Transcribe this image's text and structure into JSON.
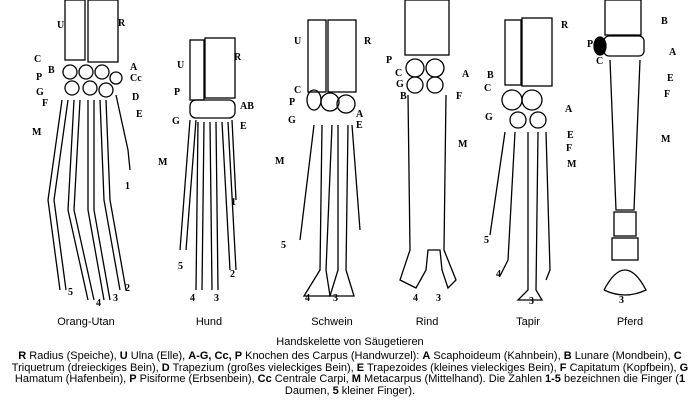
{
  "animals": [
    {
      "name": "Orang-Utan",
      "labels": [
        "U",
        "R",
        "C",
        "B",
        "P",
        "G",
        "F",
        "A",
        "Cc",
        "D",
        "E",
        "M",
        "1",
        "5",
        "4",
        "3",
        "2"
      ]
    },
    {
      "name": "Hund",
      "labels": [
        "U",
        "R",
        "P",
        "G",
        "AB",
        "E",
        "M",
        "1",
        "5",
        "4",
        "3",
        "2"
      ]
    },
    {
      "name": "Schwein",
      "labels": [
        "U",
        "R",
        "C",
        "P",
        "G",
        "A",
        "E",
        "M",
        "5",
        "4",
        "3"
      ]
    },
    {
      "name": "Rind",
      "labels": [
        "P",
        "C",
        "G",
        "B",
        "A",
        "F",
        "M",
        "4",
        "3"
      ]
    },
    {
      "name": "Tapir",
      "labels": [
        "R",
        "B",
        "C",
        "G",
        "A",
        "E",
        "F",
        "M",
        "5",
        "4",
        "3"
      ]
    },
    {
      "name": "Pferd",
      "labels": [
        "B",
        "P",
        "C",
        "A",
        "E",
        "F",
        "M",
        "3"
      ]
    }
  ],
  "title": "Handskelette von Säugetieren",
  "caption": [
    {
      "b": "R",
      "t": " Radius (Speiche), "
    },
    {
      "b": "U",
      "t": " Ulna (Elle), "
    },
    {
      "b": "A-G, Cc, P",
      "t": " Knochen des Carpus (Handwurzel): "
    },
    {
      "b": "A",
      "t": " Scaphoideum (Kahnbein), "
    },
    {
      "b": "B",
      "t": " Lunare (Mondbein), "
    },
    {
      "b": "C",
      "t": " Triquetrum (dreieckiges Bein), "
    },
    {
      "b": "D",
      "t": " Trapezium (großes vieleckiges Bein), "
    },
    {
      "b": "E",
      "t": " Trapezoides (kleines vieleckiges Bein), "
    },
    {
      "b": "F",
      "t": " Capitatum (Kopfbein), "
    },
    {
      "b": "G",
      "t": " Hamatum (Hafenbein), "
    },
    {
      "b": "P",
      "t": " Pisiforme (Erbsenbein), "
    },
    {
      "b": "Cc",
      "t": " Centrale Carpi, "
    },
    {
      "b": "M",
      "t": " Metacarpus (Mittelhand). "
    },
    {
      "b": "",
      "t": "Die Zahlen "
    },
    {
      "b": "1-5",
      "t": " bezeichnen die Finger ("
    },
    {
      "b": "1",
      "t": " Daumen, "
    },
    {
      "b": "5",
      "t": " kleiner Finger)."
    }
  ]
}
